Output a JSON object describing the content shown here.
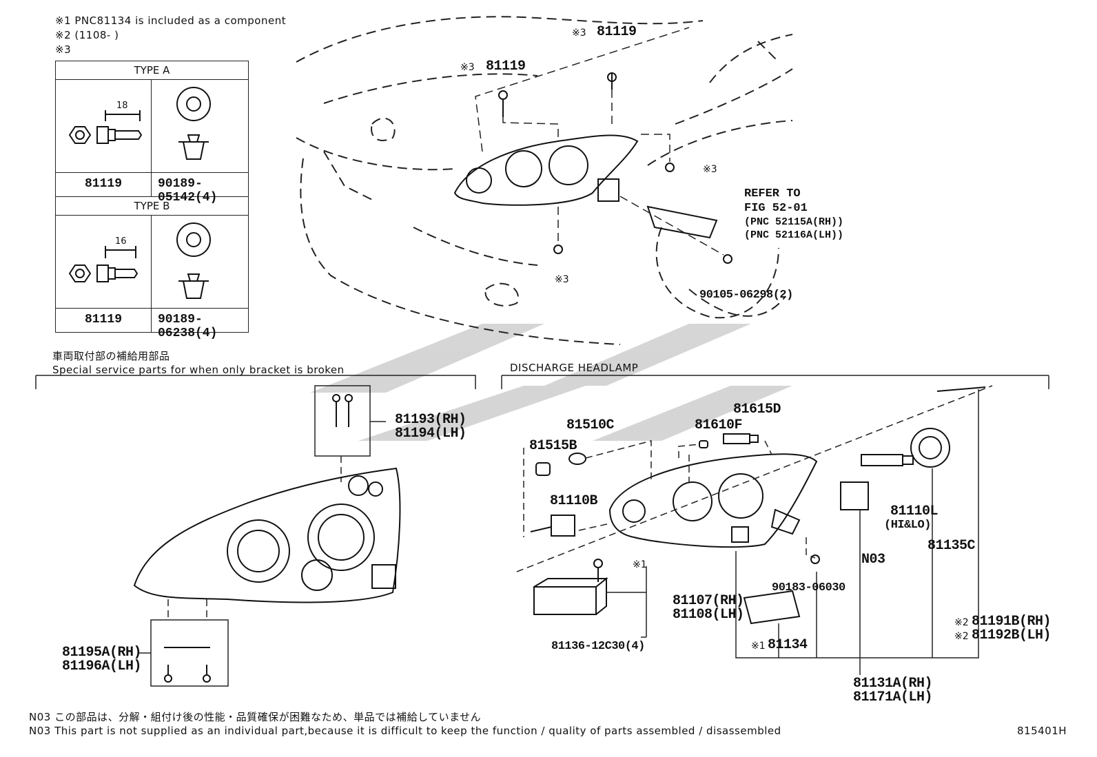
{
  "notes": {
    "n1": "※1 PNC81134 is included as a component",
    "n2": "※2 (1108-        )",
    "n3": "※3"
  },
  "type_table": {
    "type_a": {
      "title": "TYPE A",
      "dim": "18",
      "bolt_part": "81119",
      "clip_part": "90189-05142(4)"
    },
    "type_b": {
      "title": "TYPE B",
      "dim": "16",
      "bolt_part": "81119",
      "clip_part": "90189-06238(4)"
    }
  },
  "top_callouts": {
    "c81119_left_mark": "※3",
    "c81119_left": "81119",
    "c81119_right_mark": "※3",
    "c81119_right": "81119",
    "mark_right": "※3",
    "mark_bottom": "※3",
    "refer_line1": "REFER TO",
    "refer_line2": "FIG 52-01",
    "refer_line3": "(PNC 52115A(RH))",
    "refer_line4": "(PNC 52116A(LH))",
    "bolt_90105": "90105-06298(2)"
  },
  "bracket_section": {
    "caption_jp": "車両取付部の補給用部品",
    "caption_en": "Special service parts for when only bracket is broken",
    "p81193": "81193(RH)",
    "p81194": "81194(LH)",
    "p81195": "81195A(RH)",
    "p81196": "81196A(LH)"
  },
  "discharge_section": {
    "title": "DISCHARGE HEADLAMP",
    "p81615D": "81615D",
    "p81510C": "81510C",
    "p81610F": "81610F",
    "p81515B": "81515B",
    "p81110B": "81110B",
    "p81110L": "81110L",
    "p81110L_sub": "(HI&LO)",
    "p81135C": "81135C",
    "pN03": "N03",
    "p90183": "90183-06030",
    "mark1": "※1",
    "p81107": "81107(RH)",
    "p81108": "81108(LH)",
    "p81136": "81136-12C30(4)",
    "p81134_mark": "※1",
    "p81134": "81134",
    "p81191_mark": "※2",
    "p81191": "81191B(RH)",
    "p81192_mark": "※2",
    "p81192": "81192B(LH)",
    "p81131": "81131A(RH)",
    "p81171": "81171A(LH)"
  },
  "footer": {
    "n03_jp": "N03 この部品は、分解・組付け後の性能・品質確保が困難なため、単品では補給していません",
    "n03_en": "N03 This part is not supplied as an  individual part,because it is difficult to keep the function / quality of parts assembled / disassembled",
    "figure_id": "815401H"
  }
}
